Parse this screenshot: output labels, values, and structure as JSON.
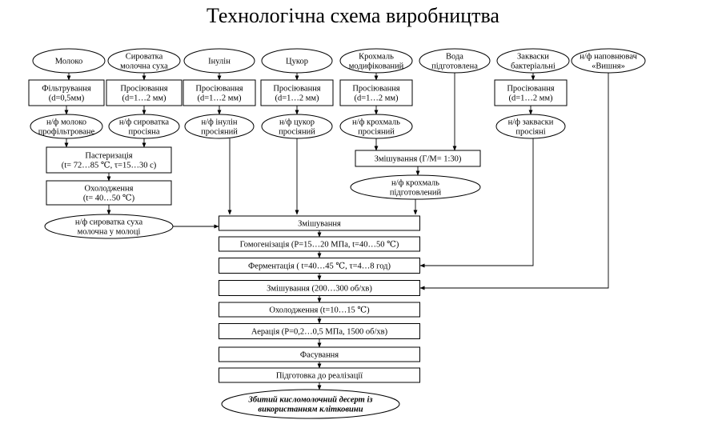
{
  "title": "Технологічна схема виробництва",
  "nodes": {
    "milk": [
      "Молоко"
    ],
    "whey": [
      "Сироватка",
      "молочна суха"
    ],
    "inulin": [
      "Інулін"
    ],
    "sugar": [
      "Цукор"
    ],
    "starch": [
      "Крохмаль",
      "модифікований"
    ],
    "water": [
      "Вода",
      "підготовлена"
    ],
    "starter": [
      "Закваски",
      "бактеріальні"
    ],
    "filler": [
      "н/ф наповнювач",
      "«Вишня»"
    ],
    "filter_milk": [
      "Фільтрування",
      "(d=0,5мм)"
    ],
    "sieve_whey": [
      "Просіювання",
      "(d=1…2 мм)"
    ],
    "sieve_inulin": [
      "Просіювання",
      "(d=1…2 мм)"
    ],
    "sieve_sugar": [
      "Просіювання",
      "(d=1…2 мм)"
    ],
    "sieve_starch": [
      "Просіювання",
      "(d=1…2 мм)"
    ],
    "sieve_starter": [
      "Просіювання",
      "(d=1…2 мм)"
    ],
    "sf_milk": [
      "н/ф молоко",
      "профільтроване"
    ],
    "sf_whey": [
      "н/ф сироватка",
      "просіяна"
    ],
    "sf_inulin": [
      "н/ф інулін",
      "просіяний"
    ],
    "sf_sugar": [
      "н/ф цукор",
      "просіяний"
    ],
    "sf_starch": [
      "н/ф крохмаль",
      "просіяний"
    ],
    "sf_starter": [
      "н/ф закваски",
      "просіяні"
    ],
    "pasteur": [
      "Пастеризація",
      "(t= 72…85 ℃, τ=15…30 с)"
    ],
    "cool1": [
      "Охолодження",
      "(t= 40…50 ℃)"
    ],
    "sf_whey_milk": [
      "н/ф сироватка суха",
      "молочна у молоці"
    ],
    "mix_starch": [
      "Змішування (Г/М= 1:30)"
    ],
    "sf_starch_prep": [
      "н/ф крохмаль",
      "підготовлений"
    ],
    "mix1": [
      "Змішування"
    ],
    "homog": [
      "Гомогенізація (Р=15…20 МПа, t=40…50 ℃)"
    ],
    "ferment": [
      "Ферментація ( t=40…45 ℃, τ=4…8 год)"
    ],
    "mix2": [
      "Змішування (200…300 об/хв)"
    ],
    "cool2": [
      "Охолодження (t=10…15 ℃)"
    ],
    "aeration": [
      "Аерація (Р=0,2…0,5 МПа, 1500 об/хв)"
    ],
    "packing": [
      "Фасування"
    ],
    "prep_sale": [
      "Підготовка до реалізації"
    ],
    "product": [
      "Збитий кисломолочний десерт із",
      "використанням клітковини"
    ]
  }
}
